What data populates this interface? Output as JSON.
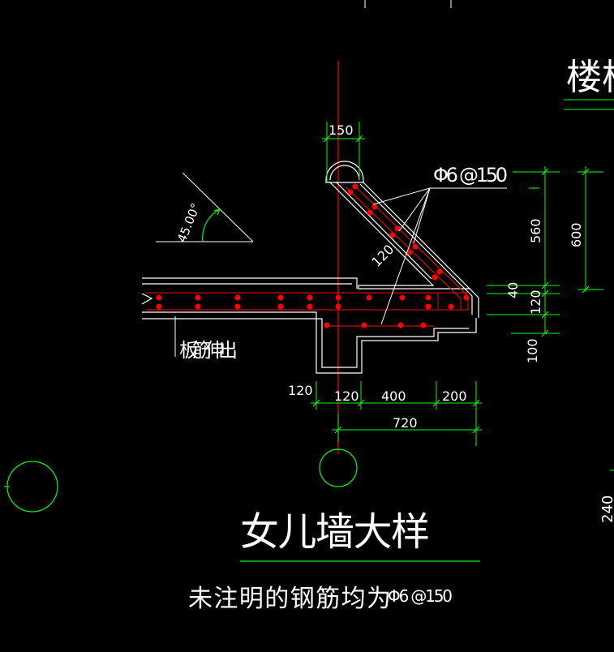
{
  "drawing": {
    "title": "女儿墙大样",
    "note": "未注明的钢筋均为",
    "note_spec": "Φ6 @150",
    "rebar_callout": "Φ6 @150",
    "angle_label": "45.00°",
    "slab_rebar_label": "板筋伸出",
    "top_right_label": "楼梯",
    "right_edge_label": "240",
    "dims": {
      "top_width": "150",
      "height_560": "560",
      "height_600": "600",
      "dim_40": "40",
      "dim_120_vertical": "120",
      "dim_100": "100",
      "slope_thickness": "120",
      "left_120": "120",
      "bottom_120": "120",
      "bottom_400": "400",
      "bottom_200": "200",
      "total_720": "720"
    }
  },
  "colors": {
    "background": "#000000",
    "outline": "#ffffff",
    "dimension": "#00ff00",
    "rebar": "#ff0000",
    "axis": "#ff0000"
  }
}
